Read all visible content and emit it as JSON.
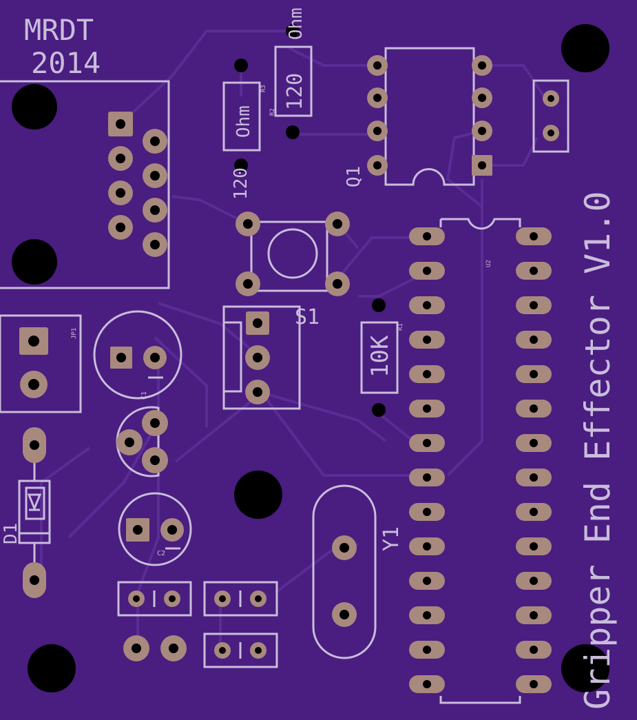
{
  "colors": {
    "board": "#4a1d80",
    "silkscreen": "#c9bddb",
    "pad": "#a8897e",
    "trace": "#5a2c96",
    "hole": "#000000"
  },
  "labels": {
    "team": "MRDT",
    "year": "2014",
    "title": "Gripper End Effector V1.0",
    "s1": "S1",
    "q1": "Q1",
    "y1": "Y1",
    "d1": "D1",
    "u2": "U2",
    "jp1": "JP1",
    "c1": "C1",
    "c2": "C2",
    "r1": "R1",
    "r2": "R2",
    "r3": "R3",
    "r1_value": "10K",
    "r2_value": "120",
    "r2_unit": "Ohm",
    "r3_value": "Ohm",
    "r3_unit": "120"
  }
}
